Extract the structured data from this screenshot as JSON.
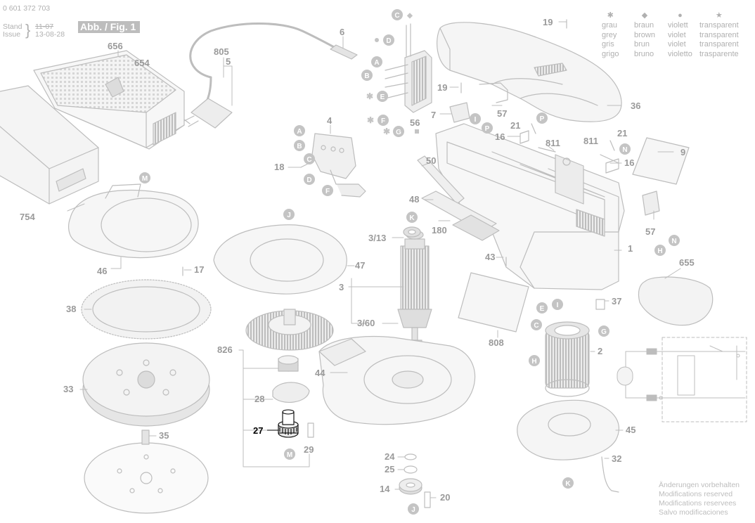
{
  "header": {
    "doc_number": "0 601 372 703",
    "stand_label": "Stand",
    "issue_label": "Issue",
    "date_old": "11-07",
    "date_new": "13-08-28",
    "figure_label": "Abb. / Fig. 1"
  },
  "legend": {
    "columns": [
      {
        "symbol": "✱",
        "lines": [
          "grau",
          "grey",
          "gris",
          "grigo"
        ]
      },
      {
        "symbol": "◆",
        "lines": [
          "braun",
          "brown",
          "brun",
          "bruno"
        ]
      },
      {
        "symbol": "●",
        "lines": [
          "violett",
          "violet",
          "violet",
          "violetto"
        ]
      },
      {
        "symbol": "★",
        "lines": [
          "transparent",
          "transparent",
          "transparent",
          "trasparente"
        ]
      }
    ]
  },
  "footer": {
    "notes": [
      "Änderungen vorbehalten",
      "Modifications reserved",
      "Modifications reservees",
      "Salvo modificaciones"
    ]
  },
  "part_numbers": {
    "p19a": "19",
    "p6": "6",
    "p656": "656",
    "p654": "654",
    "p805": "805",
    "p5": "5",
    "p19b": "19",
    "p7": "7",
    "p57a": "57",
    "p36": "36",
    "p21a": "21",
    "p16a": "16",
    "p811a": "811",
    "p811b": "811",
    "p21b": "21",
    "p16b": "16",
    "p9": "9",
    "p4": "4",
    "p56": "56",
    "p18": "18",
    "p754": "754",
    "p50": "50",
    "p48": "48",
    "p180": "180",
    "p57b": "57",
    "p1": "1",
    "p655": "655",
    "p46": "46",
    "p17": "17",
    "p47": "47",
    "p313": "3/13",
    "p3": "3",
    "p43": "43",
    "p38": "38",
    "p37": "37",
    "p360": "3/60",
    "p808": "808",
    "p826": "826",
    "p2": "2",
    "p44": "44",
    "p33": "33",
    "p28": "28",
    "p27": "27",
    "p29": "29",
    "p45": "45",
    "p35": "35",
    "p32": "32",
    "p24": "24",
    "p25": "25",
    "p14": "14",
    "p20": "20"
  },
  "callouts": {
    "c_C1": "C",
    "c_D1": "D",
    "c_A1": "A",
    "c_B1": "B",
    "c_E1": "E",
    "c_F1": "F",
    "c_G1": "G",
    "c_A2": "A",
    "c_B2": "B",
    "c_C2": "C",
    "c_D2": "D",
    "c_F2": "F",
    "c_I1": "I",
    "c_P1": "P",
    "c_P2": "P",
    "c_N1": "N",
    "c_N2": "N",
    "c_H1": "H",
    "c_M1": "M",
    "c_J1": "J",
    "c_K1": "K",
    "c_E2": "E",
    "c_I2": "I",
    "c_C3": "C",
    "c_G2": "G",
    "c_H2": "H",
    "c_M2": "M",
    "c_K2": "K",
    "c_J2": "J"
  },
  "colors": {
    "line": "#bdbdbd",
    "label": "#9a9a9a",
    "callout_fill": "#c4c4c4",
    "highlight": "#000000"
  }
}
